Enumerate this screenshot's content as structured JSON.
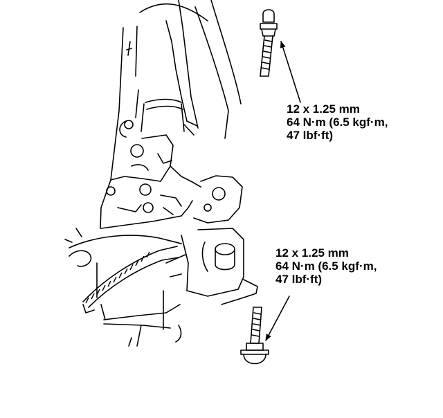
{
  "callouts": {
    "upper_bolt": {
      "size": "12 x 1.25 mm",
      "torque_metric": "64 N·m (6.5 kgf·m,",
      "torque_imperial": "47 lbf·ft)"
    },
    "lower_bolt": {
      "size": "12 x 1.25 mm",
      "torque_metric": "64 N·m (6.5 kgf·m,",
      "torque_imperial": "47 lbf·ft)"
    }
  },
  "colors": {
    "ink": "#000000",
    "paper": "#ffffff"
  },
  "icons": [
    "flange-bolt-icon",
    "leader-arrow-icon"
  ]
}
